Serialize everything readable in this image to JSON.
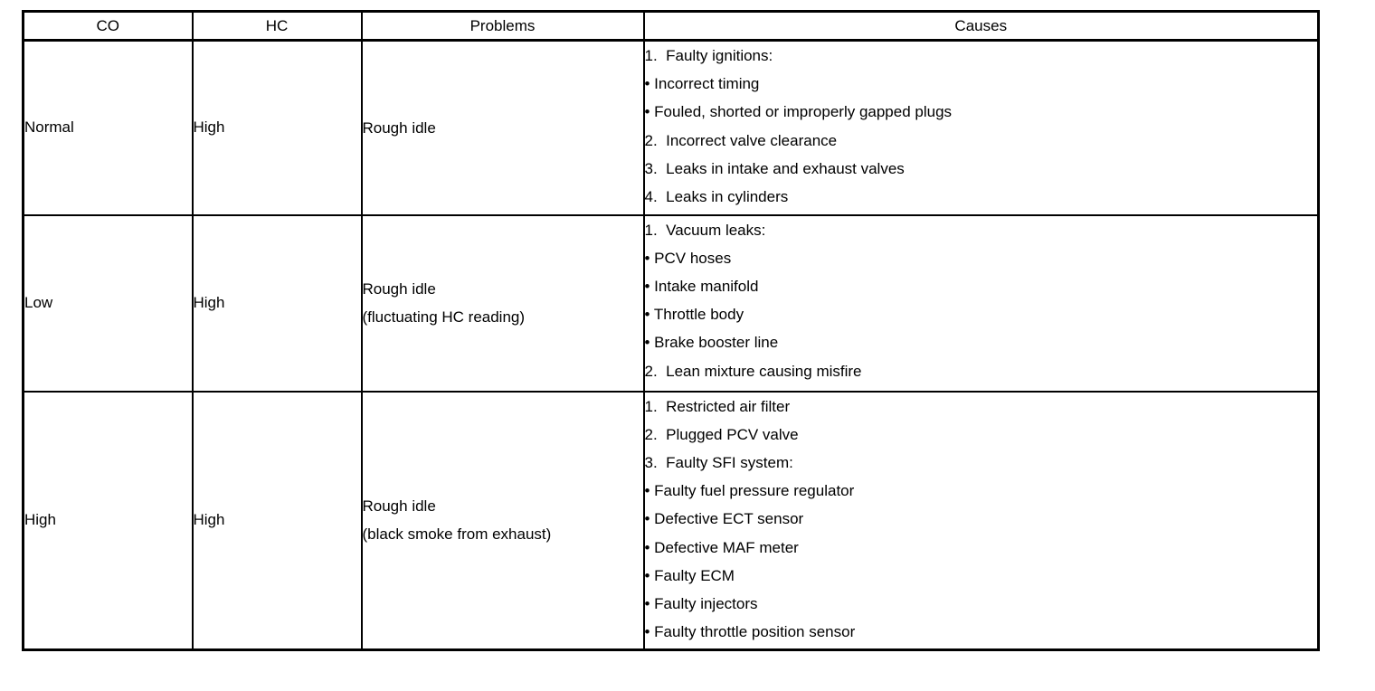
{
  "table": {
    "headers": [
      "CO",
      "HC",
      "Problems",
      "Causes"
    ],
    "rows": [
      {
        "co": "Normal",
        "hc": "High",
        "problem_lines": [
          "Rough idle"
        ],
        "causes": [
          "1.  Faulty ignitions:",
          "• Incorrect timing",
          "• Fouled, shorted or improperly gapped plugs",
          "2.  Incorrect valve clearance",
          "3.  Leaks in intake and exhaust valves",
          "4.  Leaks in cylinders"
        ]
      },
      {
        "co": "Low",
        "hc": "High",
        "problem_lines": [
          "Rough idle",
          "(fluctuating HC reading)"
        ],
        "causes": [
          "1.  Vacuum leaks:",
          "• PCV hoses",
          "• Intake manifold",
          "• Throttle body",
          "• Brake booster line",
          "2.  Lean mixture causing misfire"
        ]
      },
      {
        "co": "High",
        "hc": "High",
        "problem_lines": [
          "Rough idle",
          "(black smoke from exhaust)"
        ],
        "causes": [
          "1.  Restricted air filter",
          "2.  Plugged PCV valve",
          "3.  Faulty SFI system:",
          "• Faulty fuel pressure regulator",
          "• Defective ECT sensor",
          "• Defective MAF meter",
          "• Faulty ECM",
          "• Faulty injectors",
          "• Faulty throttle position sensor"
        ]
      }
    ]
  },
  "colors": {
    "border": "#000000",
    "text": "#000000",
    "background": "#ffffff"
  }
}
